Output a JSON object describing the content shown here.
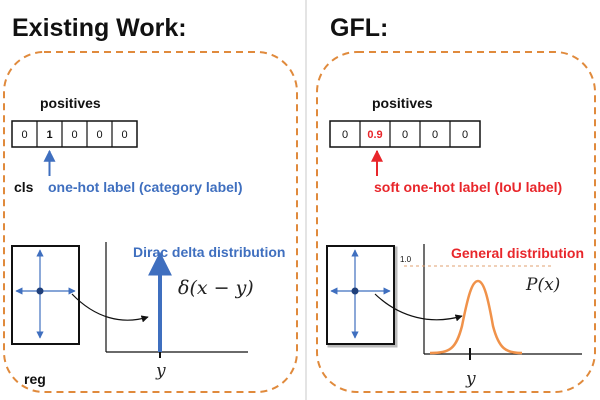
{
  "left": {
    "title": "Existing Work:",
    "positives_label": "positives",
    "cells": [
      "0",
      "1",
      "0",
      "0",
      "0"
    ],
    "highlight_index": 1,
    "cls_label": "cls",
    "label_text": "one-hot label (category label)",
    "dist_name": "Dirac delta distribution",
    "formula": "δ(x − y)",
    "reg_label": "reg",
    "y_label": "y"
  },
  "right": {
    "title": "GFL:",
    "positives_label": "positives",
    "cells": [
      "0",
      "0.9",
      "0",
      "0",
      "0"
    ],
    "highlight_index": 1,
    "label_text": "soft one-hot label (IoU label)",
    "dist_name": "General distribution",
    "level_tick": "1.0",
    "formula": "P(x)",
    "y_label": "y"
  },
  "colors": {
    "dashed_border": "#e08a3c",
    "blue": "#3f6fbf",
    "red": "#e8262b",
    "orange_curve": "#f0924a",
    "divider": "#c8c8c8"
  }
}
